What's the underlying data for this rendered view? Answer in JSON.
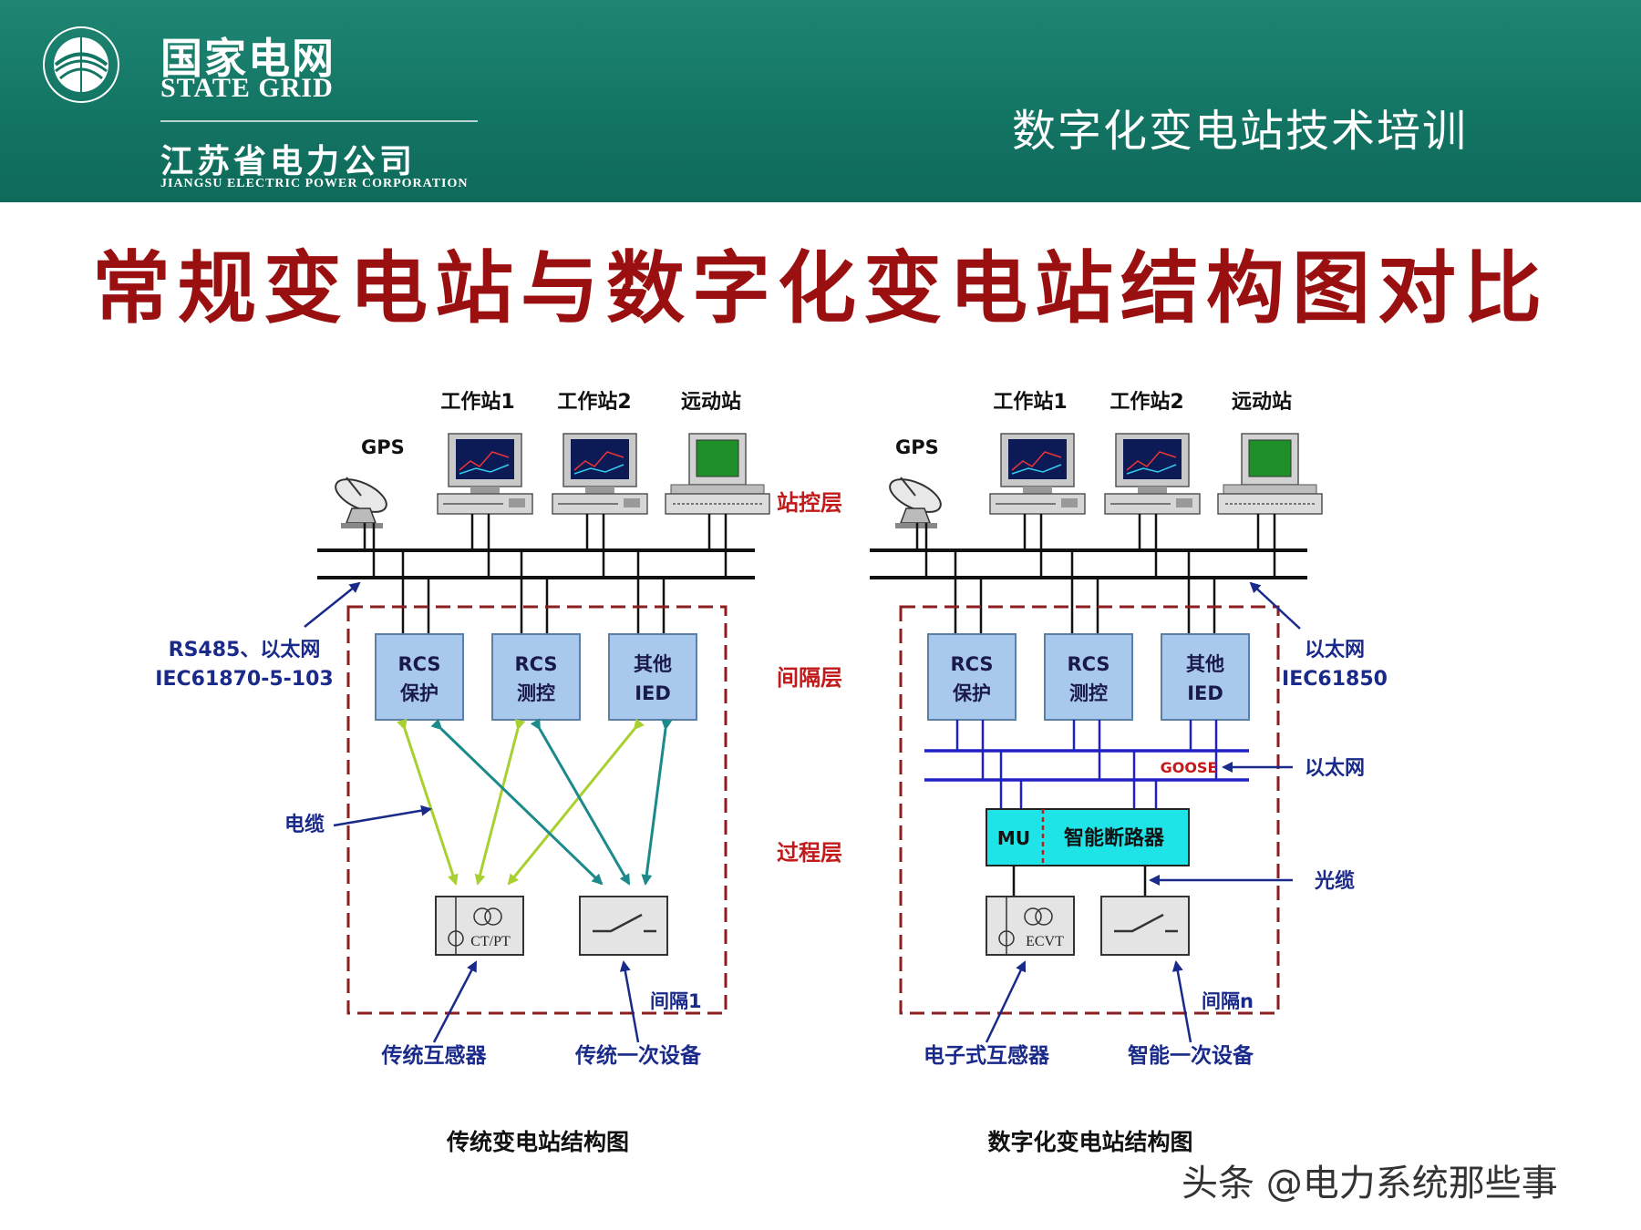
{
  "header": {
    "brand_cn": "国家电网",
    "brand_en": "STATE GRID",
    "company_cn": "江苏省电力公司",
    "company_en": "JIANGSU ELECTRIC POWER CORPORATION",
    "training": "数字化变电站技术培训"
  },
  "title": "常规变电站与数字化变电站结构图对比",
  "layers": {
    "station": "站控层",
    "bay": "间隔层",
    "process": "过程层"
  },
  "left": {
    "gps": "GPS",
    "ws1": "工作站1",
    "ws2": "工作站2",
    "remote": "远动站",
    "protocol_line1": "RS485、以太网",
    "protocol_line2": "IEC61870-5-103",
    "box1": [
      "RCS",
      "保护"
    ],
    "box2": [
      "RCS",
      "测控"
    ],
    "box3": [
      "其他",
      "IED"
    ],
    "cable": "电缆",
    "ctpt": "CT/PT",
    "bay_label": "间隔1",
    "trans_sensor": "传统互感器",
    "trans_equip": "传统一次设备",
    "caption": "传统变电站结构图"
  },
  "right": {
    "gps": "GPS",
    "ws1": "工作站1",
    "ws2": "工作站2",
    "remote": "远动站",
    "protocol_line1": "以太网",
    "protocol_line2": "IEC61850",
    "box1": [
      "RCS",
      "保护"
    ],
    "box2": [
      "RCS",
      "测控"
    ],
    "box3": [
      "其他",
      "IED"
    ],
    "goose": "GOOSE",
    "ethernet": "以太网",
    "mu": "MU",
    "breaker": "智能断路器",
    "fiber": "光缆",
    "ecvt": "ECVT",
    "bay_label": "间隔n",
    "elec_sensor": "电子式互感器",
    "smart_equip": "智能一次设备",
    "caption": "数字化变电站结构图"
  },
  "watermark": "头条 @电力系统那些事",
  "colors": {
    "header": "#137564",
    "title": "#9a1010",
    "box_fill": "#a9c9ec",
    "mu_fill": "#1ee4e8",
    "layer_text": "#c21a1a",
    "label_text": "#1a2a8a",
    "dashed_border": "#8b1e1e",
    "ethernet_line": "#2020c8",
    "arrow_green": "#a8d030",
    "arrow_teal": "#1c8a8a"
  }
}
